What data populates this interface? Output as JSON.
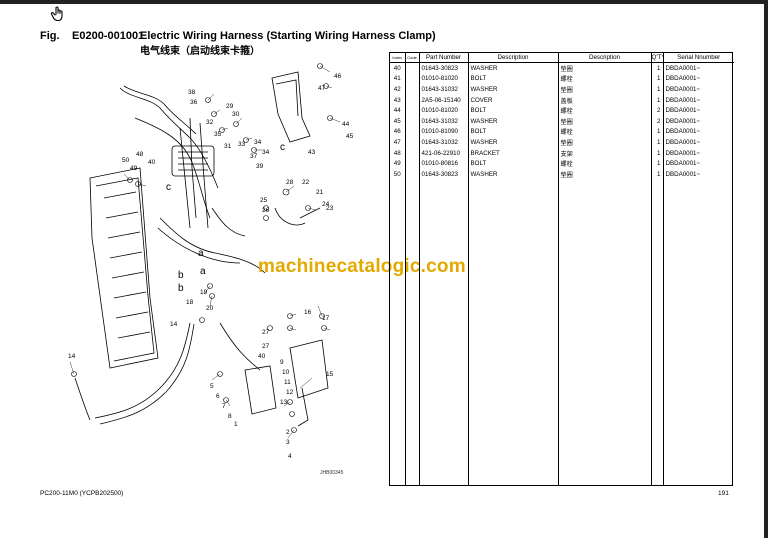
{
  "header": {
    "hand_icon": "hand-pointer-icon",
    "fig_label": "Fig.",
    "fig_number": "E0200-001001",
    "title": "Electric Wiring Harness (Starting Wiring Harness Clamp)",
    "subtitle": "电气线束（启动线束卡箍）"
  },
  "diagram": {
    "callouts": [
      "46",
      "47",
      "29",
      "30",
      "33",
      "34",
      "38",
      "36",
      "32",
      "35",
      "44",
      "45",
      "31",
      "34",
      "39",
      "43",
      "40",
      "48",
      "50",
      "49",
      "37",
      "28",
      "22",
      "21",
      "24",
      "23",
      "25",
      "26",
      "19",
      "18",
      "20",
      "16",
      "17",
      "27",
      "27",
      "40",
      "9",
      "10",
      "11",
      "12",
      "13",
      "5",
      "6",
      "7",
      "8",
      "14",
      "14",
      "1",
      "2",
      "3",
      "4",
      "15"
    ],
    "view_letters": [
      "c",
      "c",
      "a",
      "b",
      "b",
      "a"
    ],
    "code": "JHB00345"
  },
  "watermark": "machinecatalogic.com",
  "table": {
    "headers": [
      "Index",
      "Code",
      "Part Number",
      "Description",
      "Description",
      "Q'TY",
      "Serial Nnumber"
    ],
    "rows": [
      [
        "40",
        "",
        "01643-30823",
        "WASHER",
        "垫圈",
        "1",
        "DBDA0001~"
      ],
      [
        "41",
        "",
        "01010-81020",
        "BOLT",
        "螺栓",
        "1",
        "DBDA0001~"
      ],
      [
        "42",
        "",
        "01643-31032",
        "WASHER",
        "垫圈",
        "1",
        "DBDA0001~"
      ],
      [
        "43",
        "",
        "2A5-06-15140",
        "COVER",
        "盖板",
        "1",
        "DBDA0001~"
      ],
      [
        "44",
        "",
        "01010-81020",
        "BOLT",
        "螺栓",
        "2",
        "DBDA0001~"
      ],
      [
        "45",
        "",
        "01643-31032",
        "WASHER",
        "垫圈",
        "2",
        "DBDA0001~"
      ],
      [
        "46",
        "",
        "01010-81090",
        "BOLT",
        "螺栓",
        "1",
        "DBDA0001~"
      ],
      [
        "47",
        "",
        "01643-31032",
        "WASHER",
        "垫圈",
        "1",
        "DBDA0001~"
      ],
      [
        "48",
        "",
        "421-06-22910",
        "BRACKET",
        "支架",
        "1",
        "DBDA0001~"
      ],
      [
        "49",
        "",
        "01010-80816",
        "BOLT",
        "螺栓",
        "1",
        "DBDA0001~"
      ],
      [
        "50",
        "",
        "01643-30823",
        "WASHER",
        "垫圈",
        "1",
        "DBDA0001~"
      ]
    ]
  },
  "footer": {
    "left": "PC200-11M0  (YCPB202500)",
    "page": "191"
  }
}
